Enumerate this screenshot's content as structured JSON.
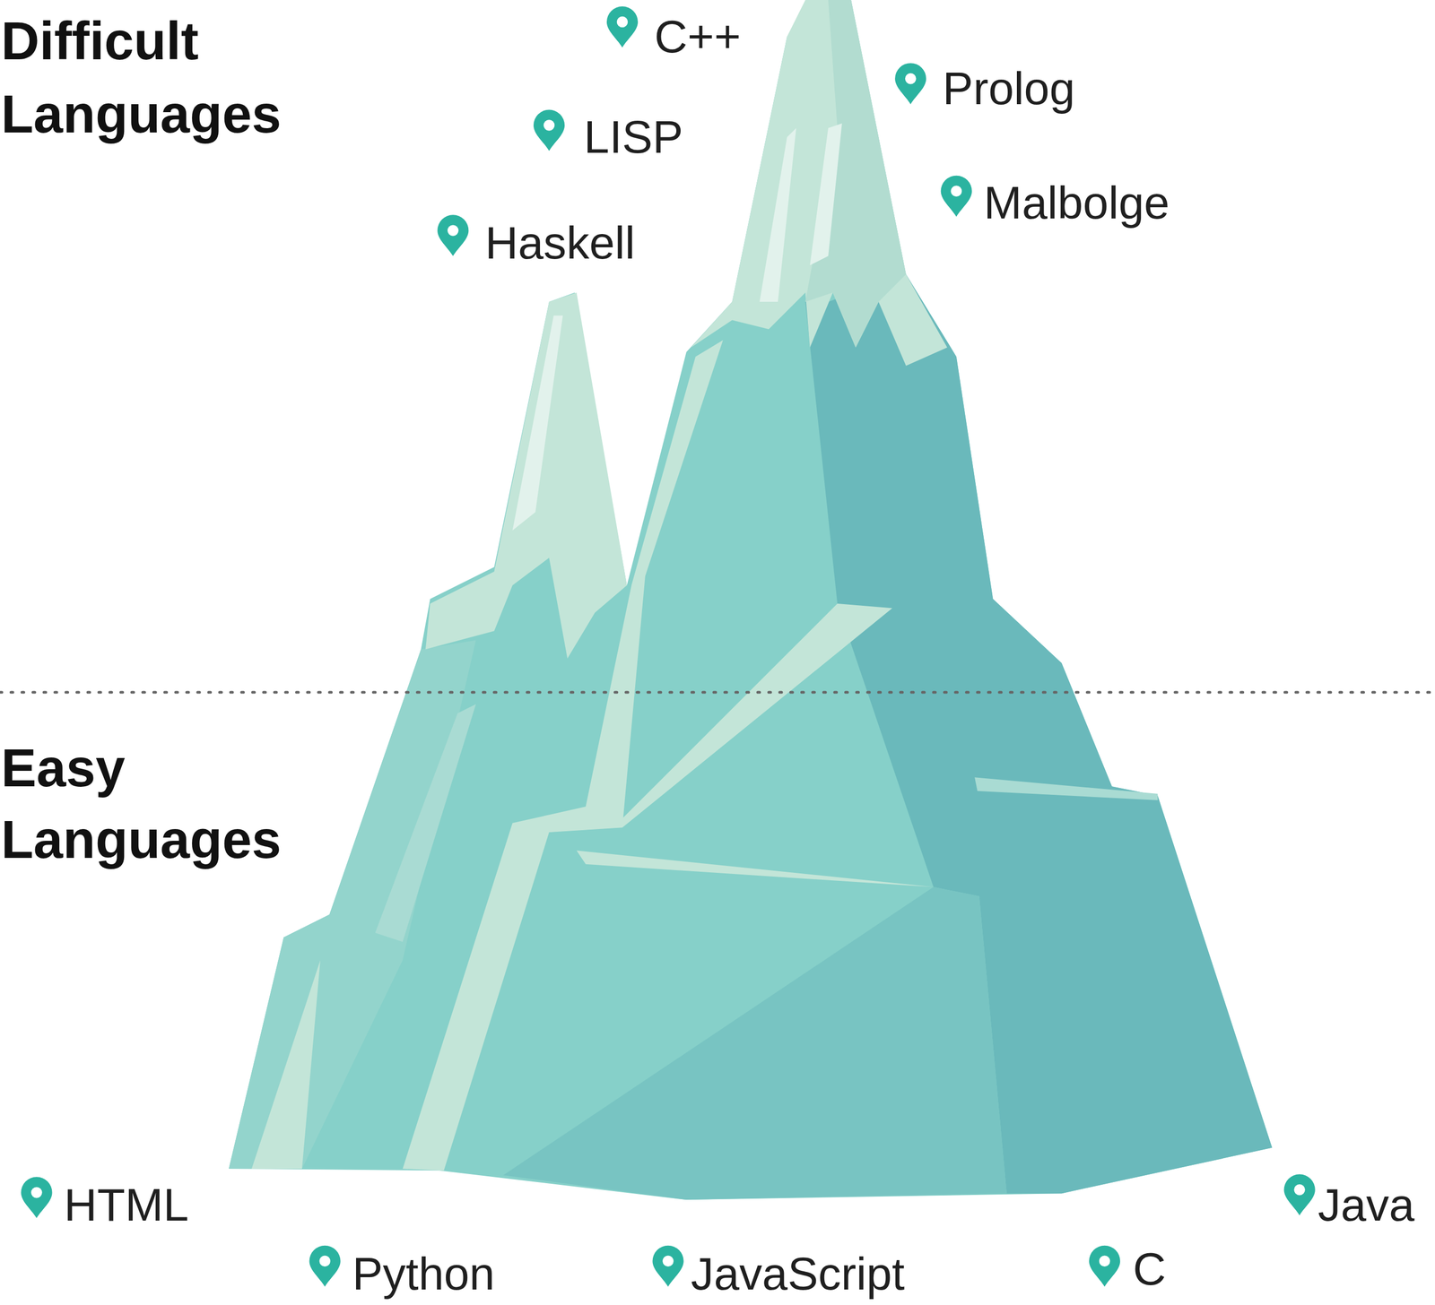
{
  "diagram": {
    "labels": [
      "Difficult Languages",
      "Easy Languages",
      "C++",
      "LISP",
      "Prolog",
      "Malbolge",
      "Haskell",
      "HTML",
      "Python",
      "JavaScript",
      "C",
      "Java"
    ]
  }
}
